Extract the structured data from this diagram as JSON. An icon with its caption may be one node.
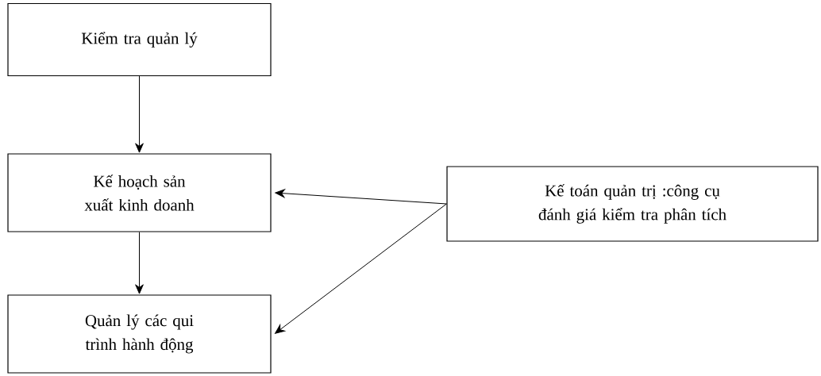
{
  "diagram": {
    "nodes": [
      {
        "text": [
          "Kiểm tra quản lý"
        ]
      },
      {
        "text": [
          "Kế hoạch sản xuất kinh doanh"
        ]
      },
      {
        "text": [
          "Quản lý các qui trình hành động"
        ]
      },
      {
        "text": [
          "Kế toán quản trị :công cụ đánh giá kiểm tra phân tích"
        ]
      }
    ],
    "edges": [
      {
        "from": 0,
        "to": 1,
        "arrow": "to"
      },
      {
        "from": 1,
        "to": 2,
        "arrow": "to"
      },
      {
        "from": 3,
        "to": 1,
        "arrow": "to"
      },
      {
        "from": 3,
        "to": 2,
        "arrow": "to"
      }
    ]
  }
}
